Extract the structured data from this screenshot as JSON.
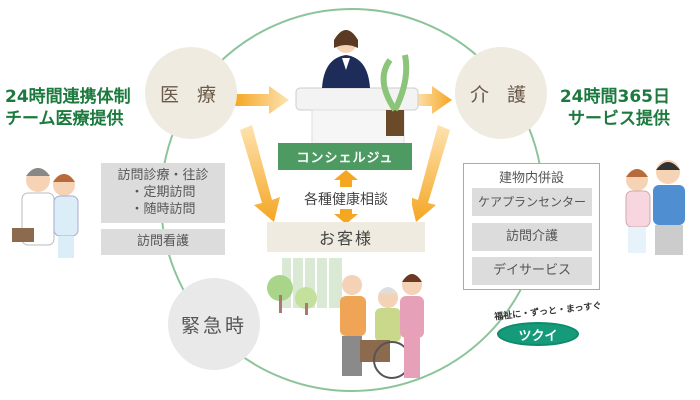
{
  "nodes": {
    "medical": "医 療",
    "care": "介 護",
    "emergency": "緊急時"
  },
  "left_caption": {
    "line1": "24時間連携体制",
    "line2": "チーム医療提供"
  },
  "right_caption": {
    "line1": "24時間365日",
    "line2": "サービス提供"
  },
  "medical_services": {
    "main": "訪問診療・往診",
    "sub1": "・定期訪問",
    "sub2": "・随時訪問",
    "nursing": "訪問看護"
  },
  "center": {
    "concierge": "コンシェルジュ",
    "consult": "各種健康相談",
    "customer": "お客様"
  },
  "facility": {
    "title": "建物内併設",
    "items": [
      "ケアプランセンター",
      "訪問介護",
      "デイサービス"
    ]
  },
  "logo": {
    "tagline": "福祉に・ずっと・まっすぐ",
    "name": "ツクイ"
  },
  "colors": {
    "green": "#1d7a3e",
    "ring": "#8cc49a",
    "arrow": "#f5a623",
    "beige": "#efebe1"
  }
}
